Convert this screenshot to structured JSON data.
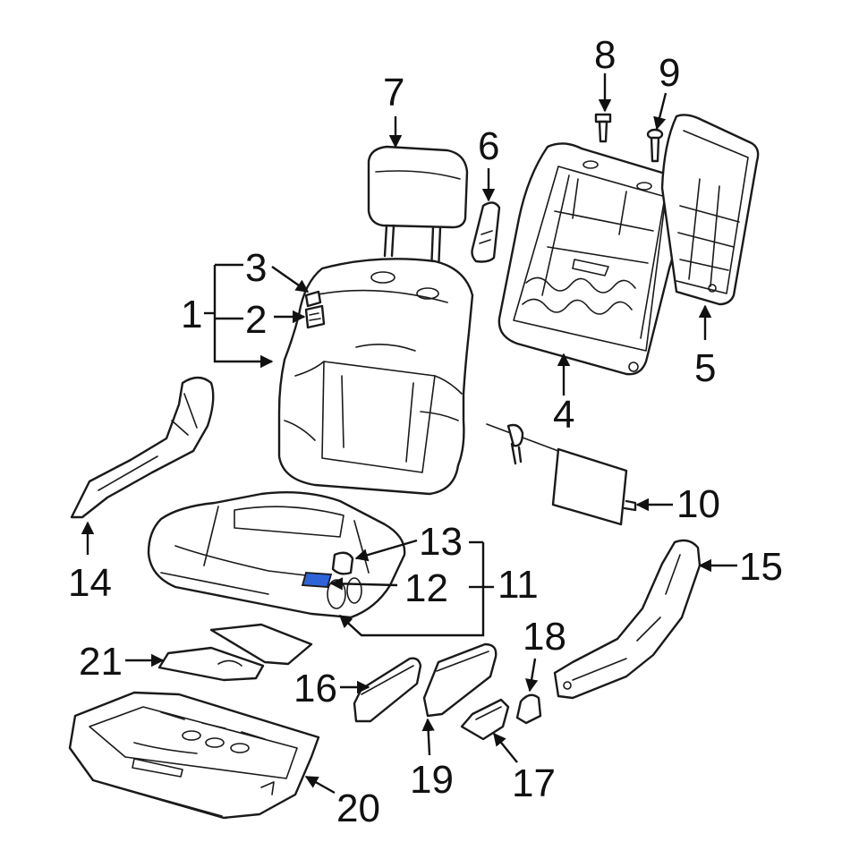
{
  "diagram": {
    "callouts": {
      "c1": "1",
      "c2": "2",
      "c3": "3",
      "c4": "4",
      "c5": "5",
      "c6": "6",
      "c7": "7",
      "c8": "8",
      "c9": "9",
      "c10": "10",
      "c11": "11",
      "c12": "12",
      "c13": "13",
      "c14": "14",
      "c15": "15",
      "c16": "16",
      "c17": "17",
      "c18": "18",
      "c19": "19",
      "c20": "20",
      "c21": "21"
    },
    "colors": {
      "line": "#1a1a1a",
      "highlight_part": "#2f63d8",
      "background": "#ffffff"
    }
  }
}
